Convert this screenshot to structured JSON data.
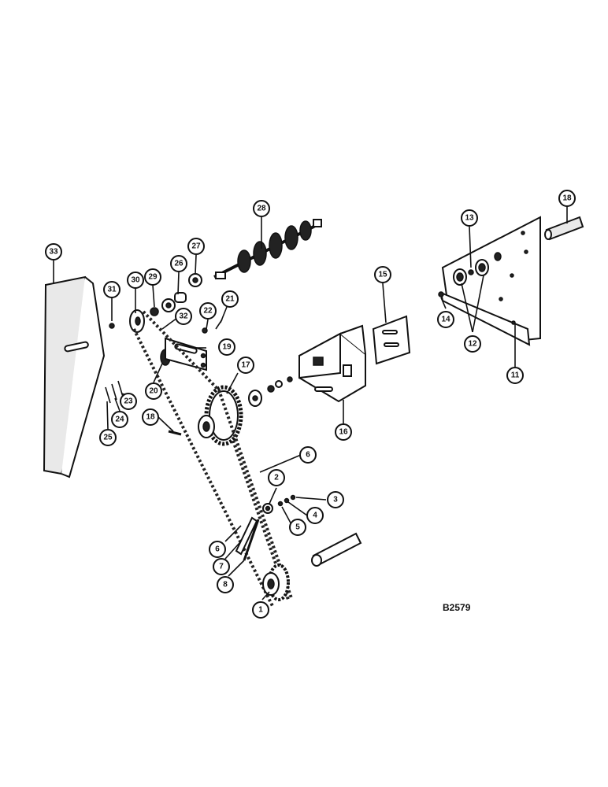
{
  "drawing_number": "B2579",
  "callouts": [
    {
      "id": "c1",
      "label": "1"
    },
    {
      "id": "c2",
      "label": "2"
    },
    {
      "id": "c3",
      "label": "3"
    },
    {
      "id": "c4",
      "label": "4"
    },
    {
      "id": "c5",
      "label": "5"
    },
    {
      "id": "c6a",
      "label": "6"
    },
    {
      "id": "c6b",
      "label": "6"
    },
    {
      "id": "c7",
      "label": "7"
    },
    {
      "id": "c8",
      "label": "8"
    },
    {
      "id": "c11",
      "label": "11"
    },
    {
      "id": "c12",
      "label": "12"
    },
    {
      "id": "c13",
      "label": "13"
    },
    {
      "id": "c14",
      "label": "14"
    },
    {
      "id": "c15",
      "label": "15"
    },
    {
      "id": "c16",
      "label": "16"
    },
    {
      "id": "c17",
      "label": "17"
    },
    {
      "id": "c18a",
      "label": "18"
    },
    {
      "id": "c18b",
      "label": "18"
    },
    {
      "id": "c19",
      "label": "19"
    },
    {
      "id": "c20",
      "label": "20"
    },
    {
      "id": "c21",
      "label": "21"
    },
    {
      "id": "c22",
      "label": "22"
    },
    {
      "id": "c23",
      "label": "23"
    },
    {
      "id": "c24",
      "label": "24"
    },
    {
      "id": "c25",
      "label": "25"
    },
    {
      "id": "c26",
      "label": "26"
    },
    {
      "id": "c27",
      "label": "27"
    },
    {
      "id": "c28a",
      "label": "28"
    },
    {
      "id": "c28b",
      "label": "28"
    },
    {
      "id": "c29",
      "label": "29"
    },
    {
      "id": "c30",
      "label": "30"
    },
    {
      "id": "c31",
      "label": "31"
    },
    {
      "id": "c32",
      "label": "32"
    },
    {
      "id": "c33",
      "label": "33"
    }
  ]
}
